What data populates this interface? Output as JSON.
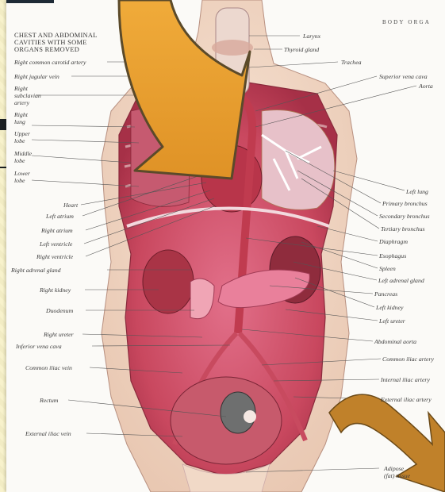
{
  "header": {
    "running_head": "BODY ORGA"
  },
  "figure_title": "CHEST AND ABDOMINAL\nCAVITIES WITH SOME\nORGANS REMOVED",
  "labels_left": [
    "Right common carotid artery",
    "Right jugular vein",
    "Right\nsubclavian\nartery",
    "Right\nlung",
    "Upper\nlobe",
    "Middle\nlobe",
    "Lower\nlobe",
    "Heart",
    "Left atrium",
    "Right atrium",
    "Left ventricle",
    "Right ventricle",
    "Right adrenal gland",
    "Right kidney",
    "Duodenum",
    "Right ureter",
    "Inferior vena cava",
    "Common iliac vein",
    "Rectum",
    "External iliac vein"
  ],
  "labels_right": [
    "Larynx",
    "Thyroid gland",
    "Trachea",
    "Superior vena cava",
    "Aorta",
    "Left lung",
    "Primary bronchus",
    "Secondary bronchus",
    "Tertiary bronchus",
    "Diaphragm",
    "Esophagus",
    "Spleen",
    "Left adrenal gland",
    "Pancreas",
    "Left kidney",
    "Left ureter",
    "Abdominal aorta",
    "Common iliac artery",
    "Internal iliac artery",
    "External iliac artery",
    "Adipose\n(fat) tissue"
  ],
  "colors": {
    "arrow_fill": "#e59a2c",
    "arrow_stroke": "#5b4a2a",
    "curved_arrow": "#b97b22",
    "tissue": "#d8546e",
    "skin": "#f0d6c4",
    "background": "#f6f0c6"
  }
}
